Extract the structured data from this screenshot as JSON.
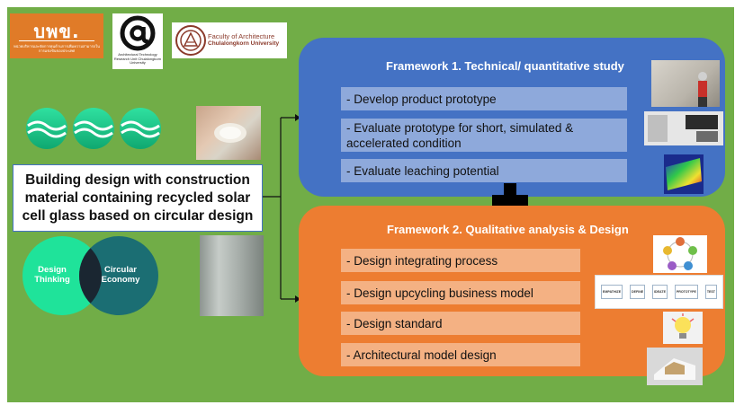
{
  "logos": {
    "uppu_text": "บพข.",
    "uppu_sub": "หน่วยบริหารและจัดการทุนด้านการเพิ่มความสามารถในการแข่งขันของประเทศ",
    "at_sub": "Architectural Technology Research Unit Chulalongkorn University",
    "faculty_line1": "Faculty of Architecture",
    "faculty_line2": "Chulalongkorn University"
  },
  "main_title": "Building design with construction material containing recycled solar cell glass based on circular design",
  "venn": {
    "left": "Design Thinking",
    "right": "Circular Economy",
    "left_color": "#1fe39a",
    "right_color": "#1b6e73",
    "overlap_color": "#1a2631"
  },
  "framework1": {
    "title": "Framework 1. Technical/ quantitative study",
    "items": [
      "- Develop product prototype",
      "- Evaluate prototype for short, simulated & accelerated condition",
      "- Evaluate leaching potential"
    ]
  },
  "framework2": {
    "title": "Framework 2. Qualitative analysis & Design",
    "items": [
      "- Design integrating process",
      "- Design upcycling business model",
      "- Design standard",
      "- Architectural model design"
    ]
  },
  "design_thinking_steps": [
    "EMPATHIZE",
    "DEFINE",
    "IDEATE",
    "PROTOTYPE",
    "TEST"
  ],
  "colors": {
    "background": "#71ad47",
    "framework1": "#4472c4",
    "framework1_item": "#8ea9db",
    "framework2": "#ed7d31",
    "framework2_item": "#f4b183"
  }
}
